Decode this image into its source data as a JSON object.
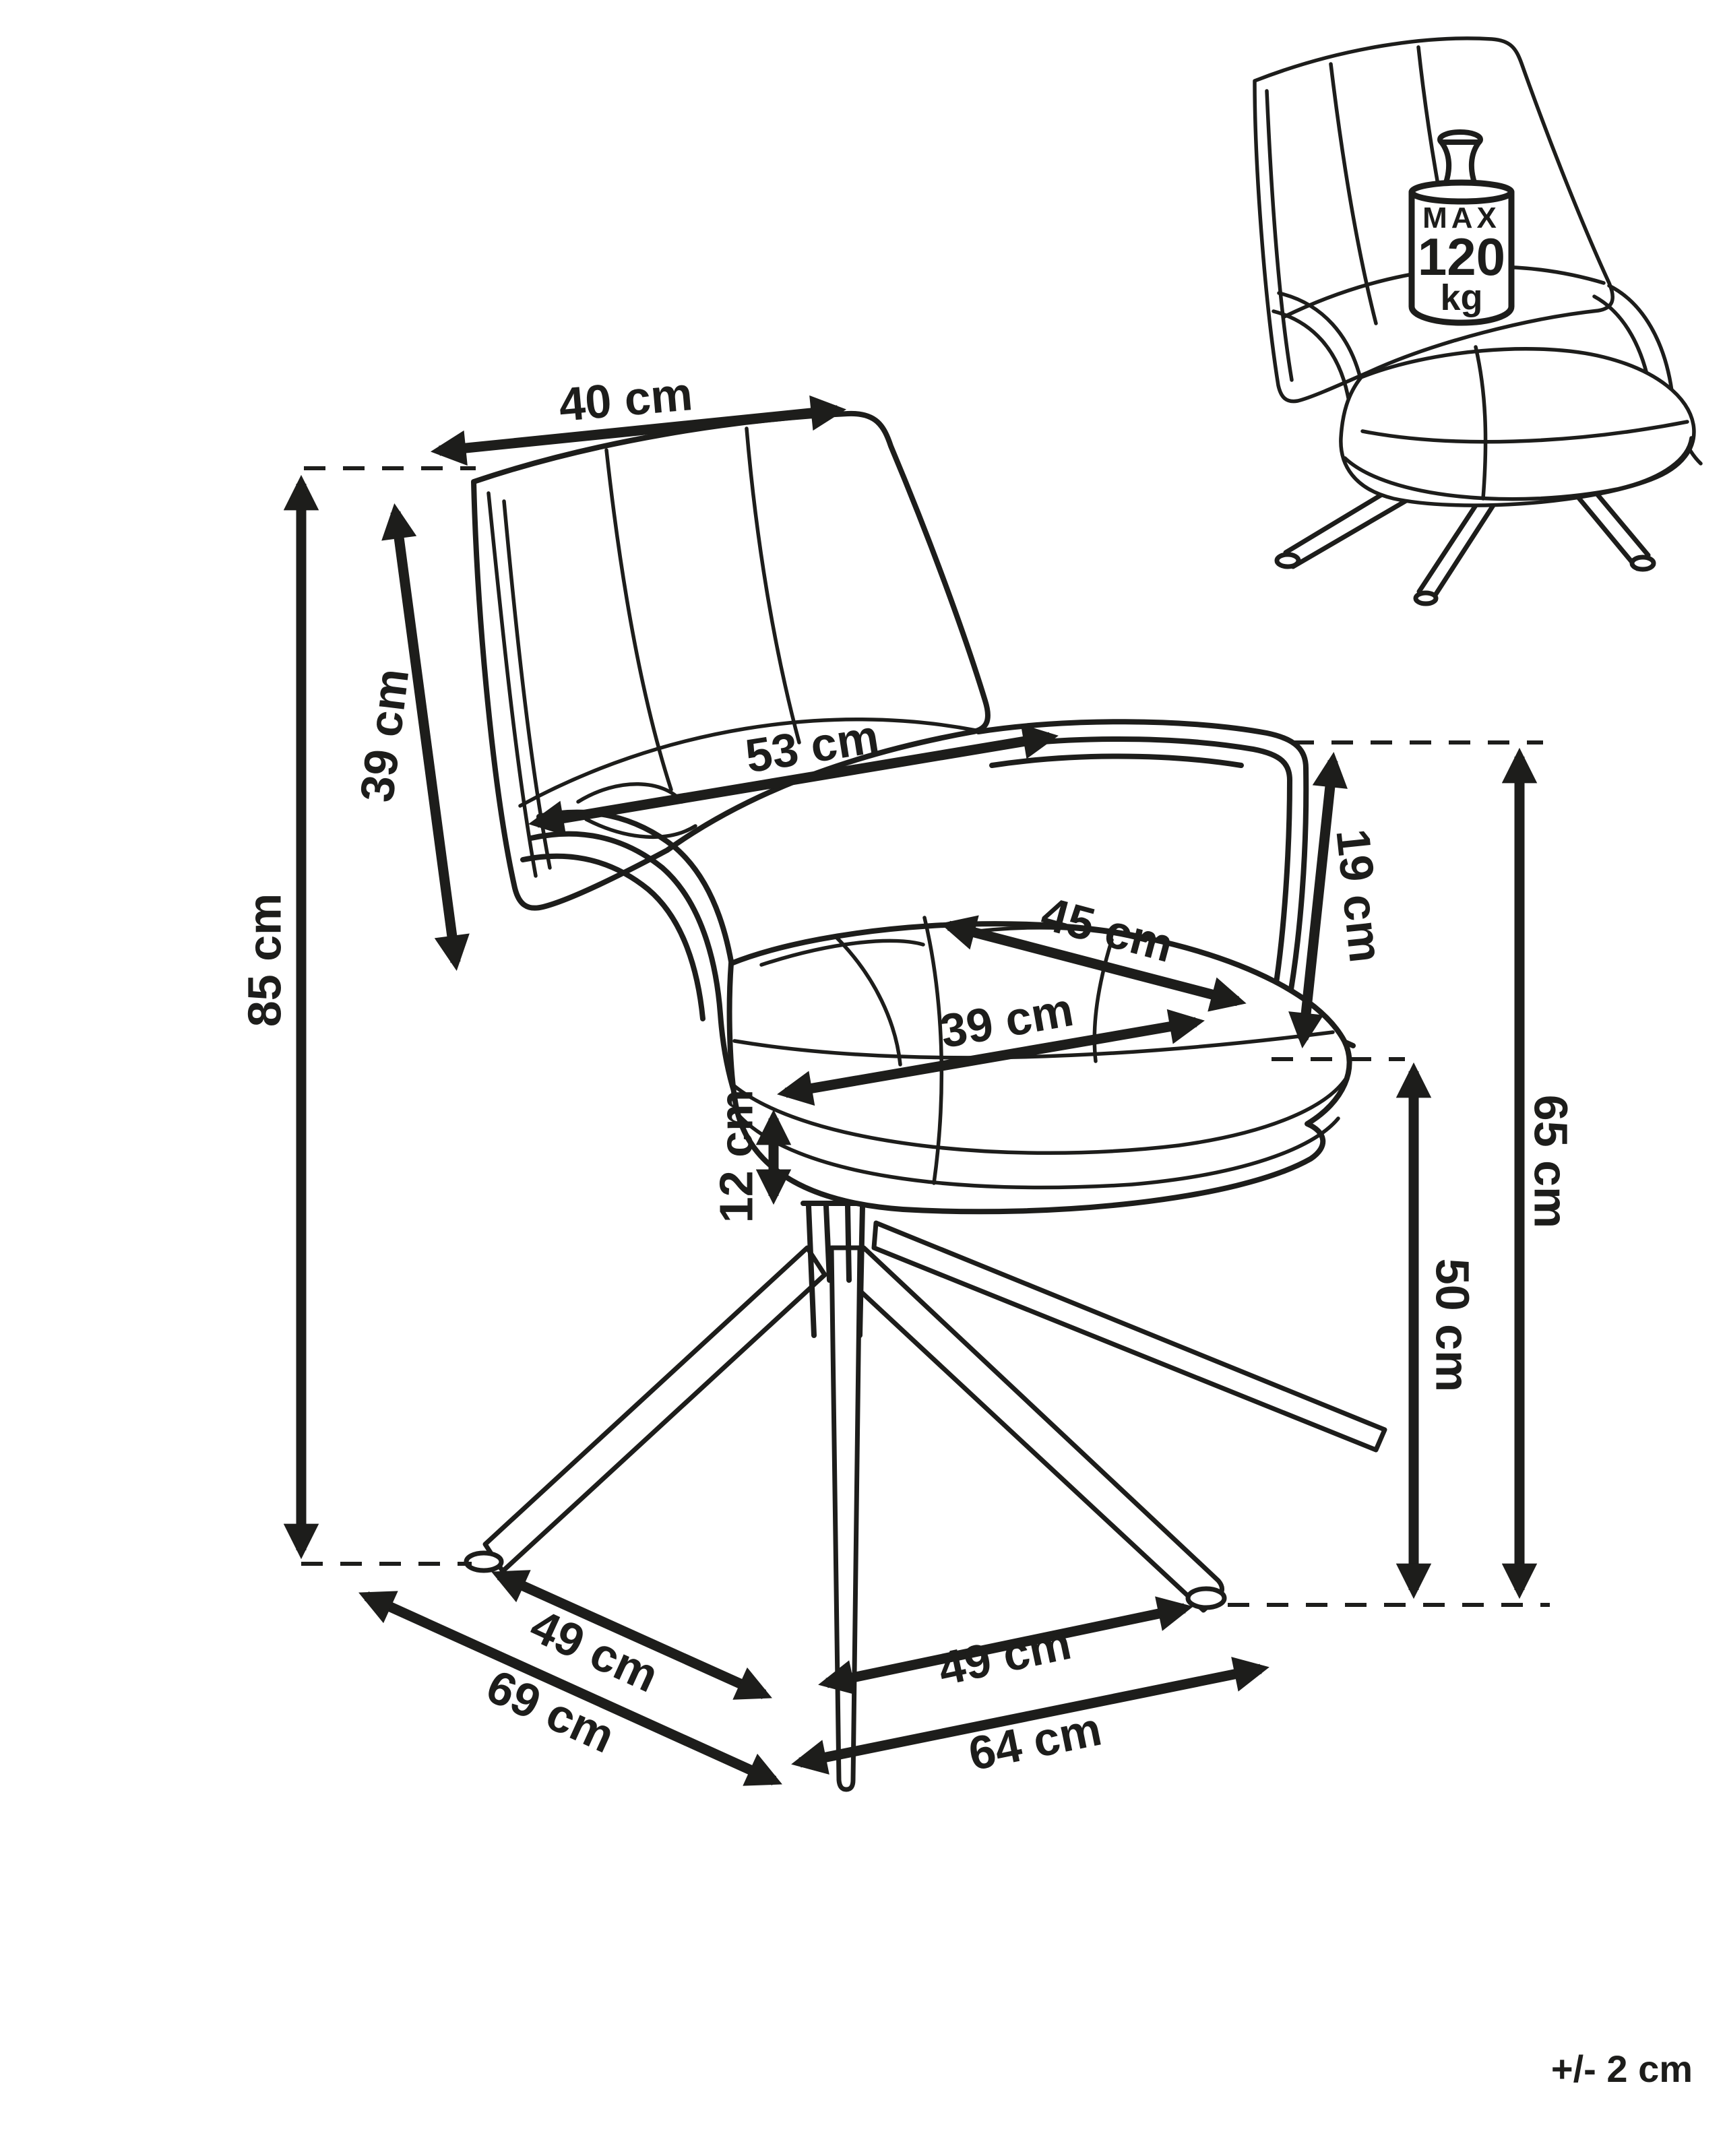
{
  "colors": {
    "ink": "#1d1d1b",
    "background": "#ffffff"
  },
  "dimensions": {
    "back_top_width": "40 cm",
    "backrest_height": "39 cm",
    "total_height": "85 cm",
    "armrest_span": "53 cm",
    "seat_depth": "45 cm",
    "seat_width": "39 cm",
    "back_above_seat": "19 cm",
    "seat_thickness": "12 cm",
    "right_height_total": "65 cm",
    "seat_height": "50 cm",
    "base_depth_left": "49 cm",
    "total_depth": "69 cm",
    "base_width_right": "49 cm",
    "total_width": "64 cm"
  },
  "weight_limit": {
    "line1": "MAX",
    "line2": "120",
    "line3": "kg"
  },
  "tolerance_note": "+/- 2 cm"
}
